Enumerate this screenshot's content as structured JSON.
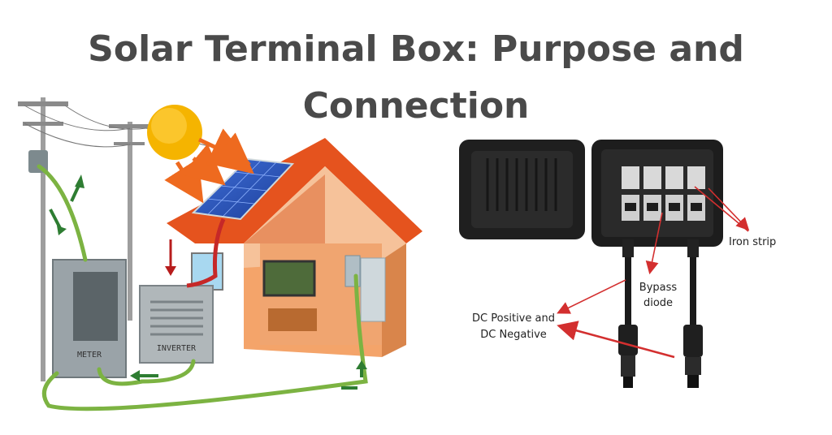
{
  "title_line1": "Solar Terminal Box: Purpose and",
  "title_line2": "Connection",
  "illustration": {
    "meter_label": "METER",
    "inverter_label": "INVERTER"
  },
  "annotations": {
    "iron_strip": "Iron strip",
    "bypass_line1": "Bypass",
    "bypass_line2": "diode",
    "dc_line1": "DC Positive and",
    "dc_line2": "DC Negative"
  },
  "colors": {
    "title": "#4a4a4a",
    "wire": "#7cb342",
    "arrow_green": "#2e7d32",
    "arrow_red": "#d32f2f",
    "roof": "#e5531e",
    "wall": "#f4a46a",
    "sun": "#f5b400"
  }
}
